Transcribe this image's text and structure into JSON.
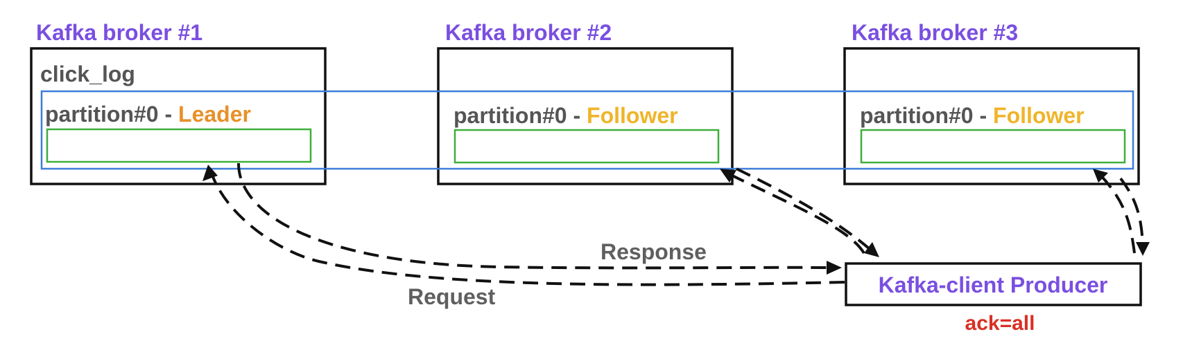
{
  "brokers": [
    {
      "title": "Kafka broker #1",
      "topic": "click_log",
      "partition": "partition#0 - ",
      "role": "Leader"
    },
    {
      "title": "Kafka broker #2",
      "partition": "partition#0 - ",
      "role": "Follower"
    },
    {
      "title": "Kafka broker #3",
      "partition": "partition#0 - ",
      "role": "Follower"
    }
  ],
  "flows": {
    "response": "Response",
    "request": "Request"
  },
  "producer": {
    "label": "Kafka-client Producer",
    "ack": "ack=all"
  },
  "colors": {
    "broker_title": "#7a4fe0",
    "leader": "#e8902a",
    "follower": "#f0b429",
    "partition_band": "#3b7dd8",
    "log": "#3fae3a",
    "ack": "#d93025"
  }
}
